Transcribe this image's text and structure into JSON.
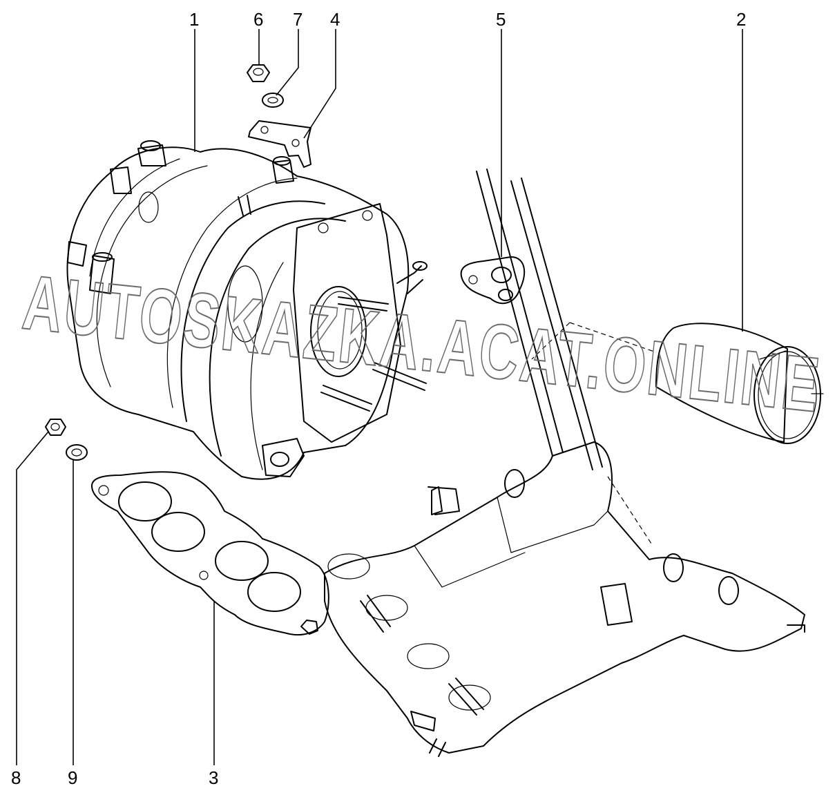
{
  "watermark": "AUTOSKAZKA.ACAT.ONLINE",
  "callouts": [
    "1",
    "2",
    "3",
    "4",
    "5",
    "6",
    "7",
    "8",
    "9"
  ]
}
